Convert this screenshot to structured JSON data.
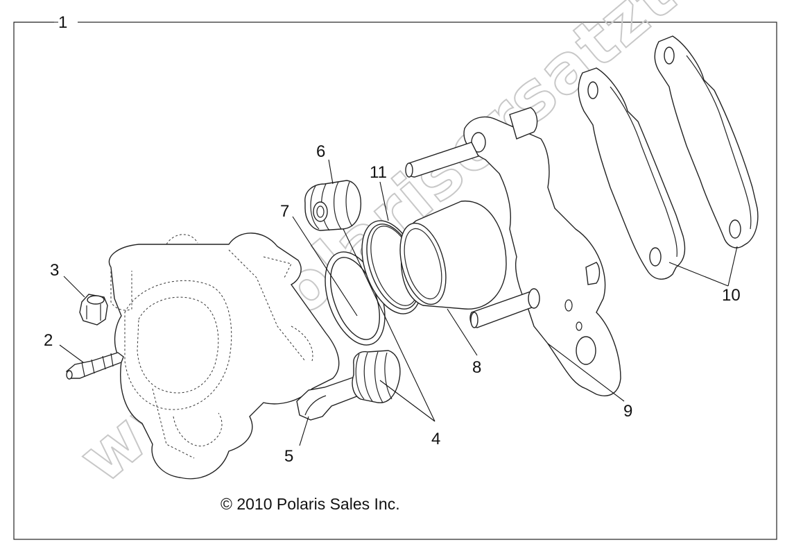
{
  "diagram": {
    "copyright": "© 2010 Polaris Sales Inc.",
    "watermark": "www.polarisersatzteile.de",
    "callouts": [
      {
        "id": "1",
        "label": "1"
      },
      {
        "id": "2",
        "label": "2"
      },
      {
        "id": "3",
        "label": "3"
      },
      {
        "id": "4",
        "label": "4"
      },
      {
        "id": "5",
        "label": "5"
      },
      {
        "id": "6",
        "label": "6"
      },
      {
        "id": "7",
        "label": "7"
      },
      {
        "id": "8",
        "label": "8"
      },
      {
        "id": "9",
        "label": "9"
      },
      {
        "id": "10",
        "label": "10"
      },
      {
        "id": "11",
        "label": "11"
      }
    ]
  }
}
